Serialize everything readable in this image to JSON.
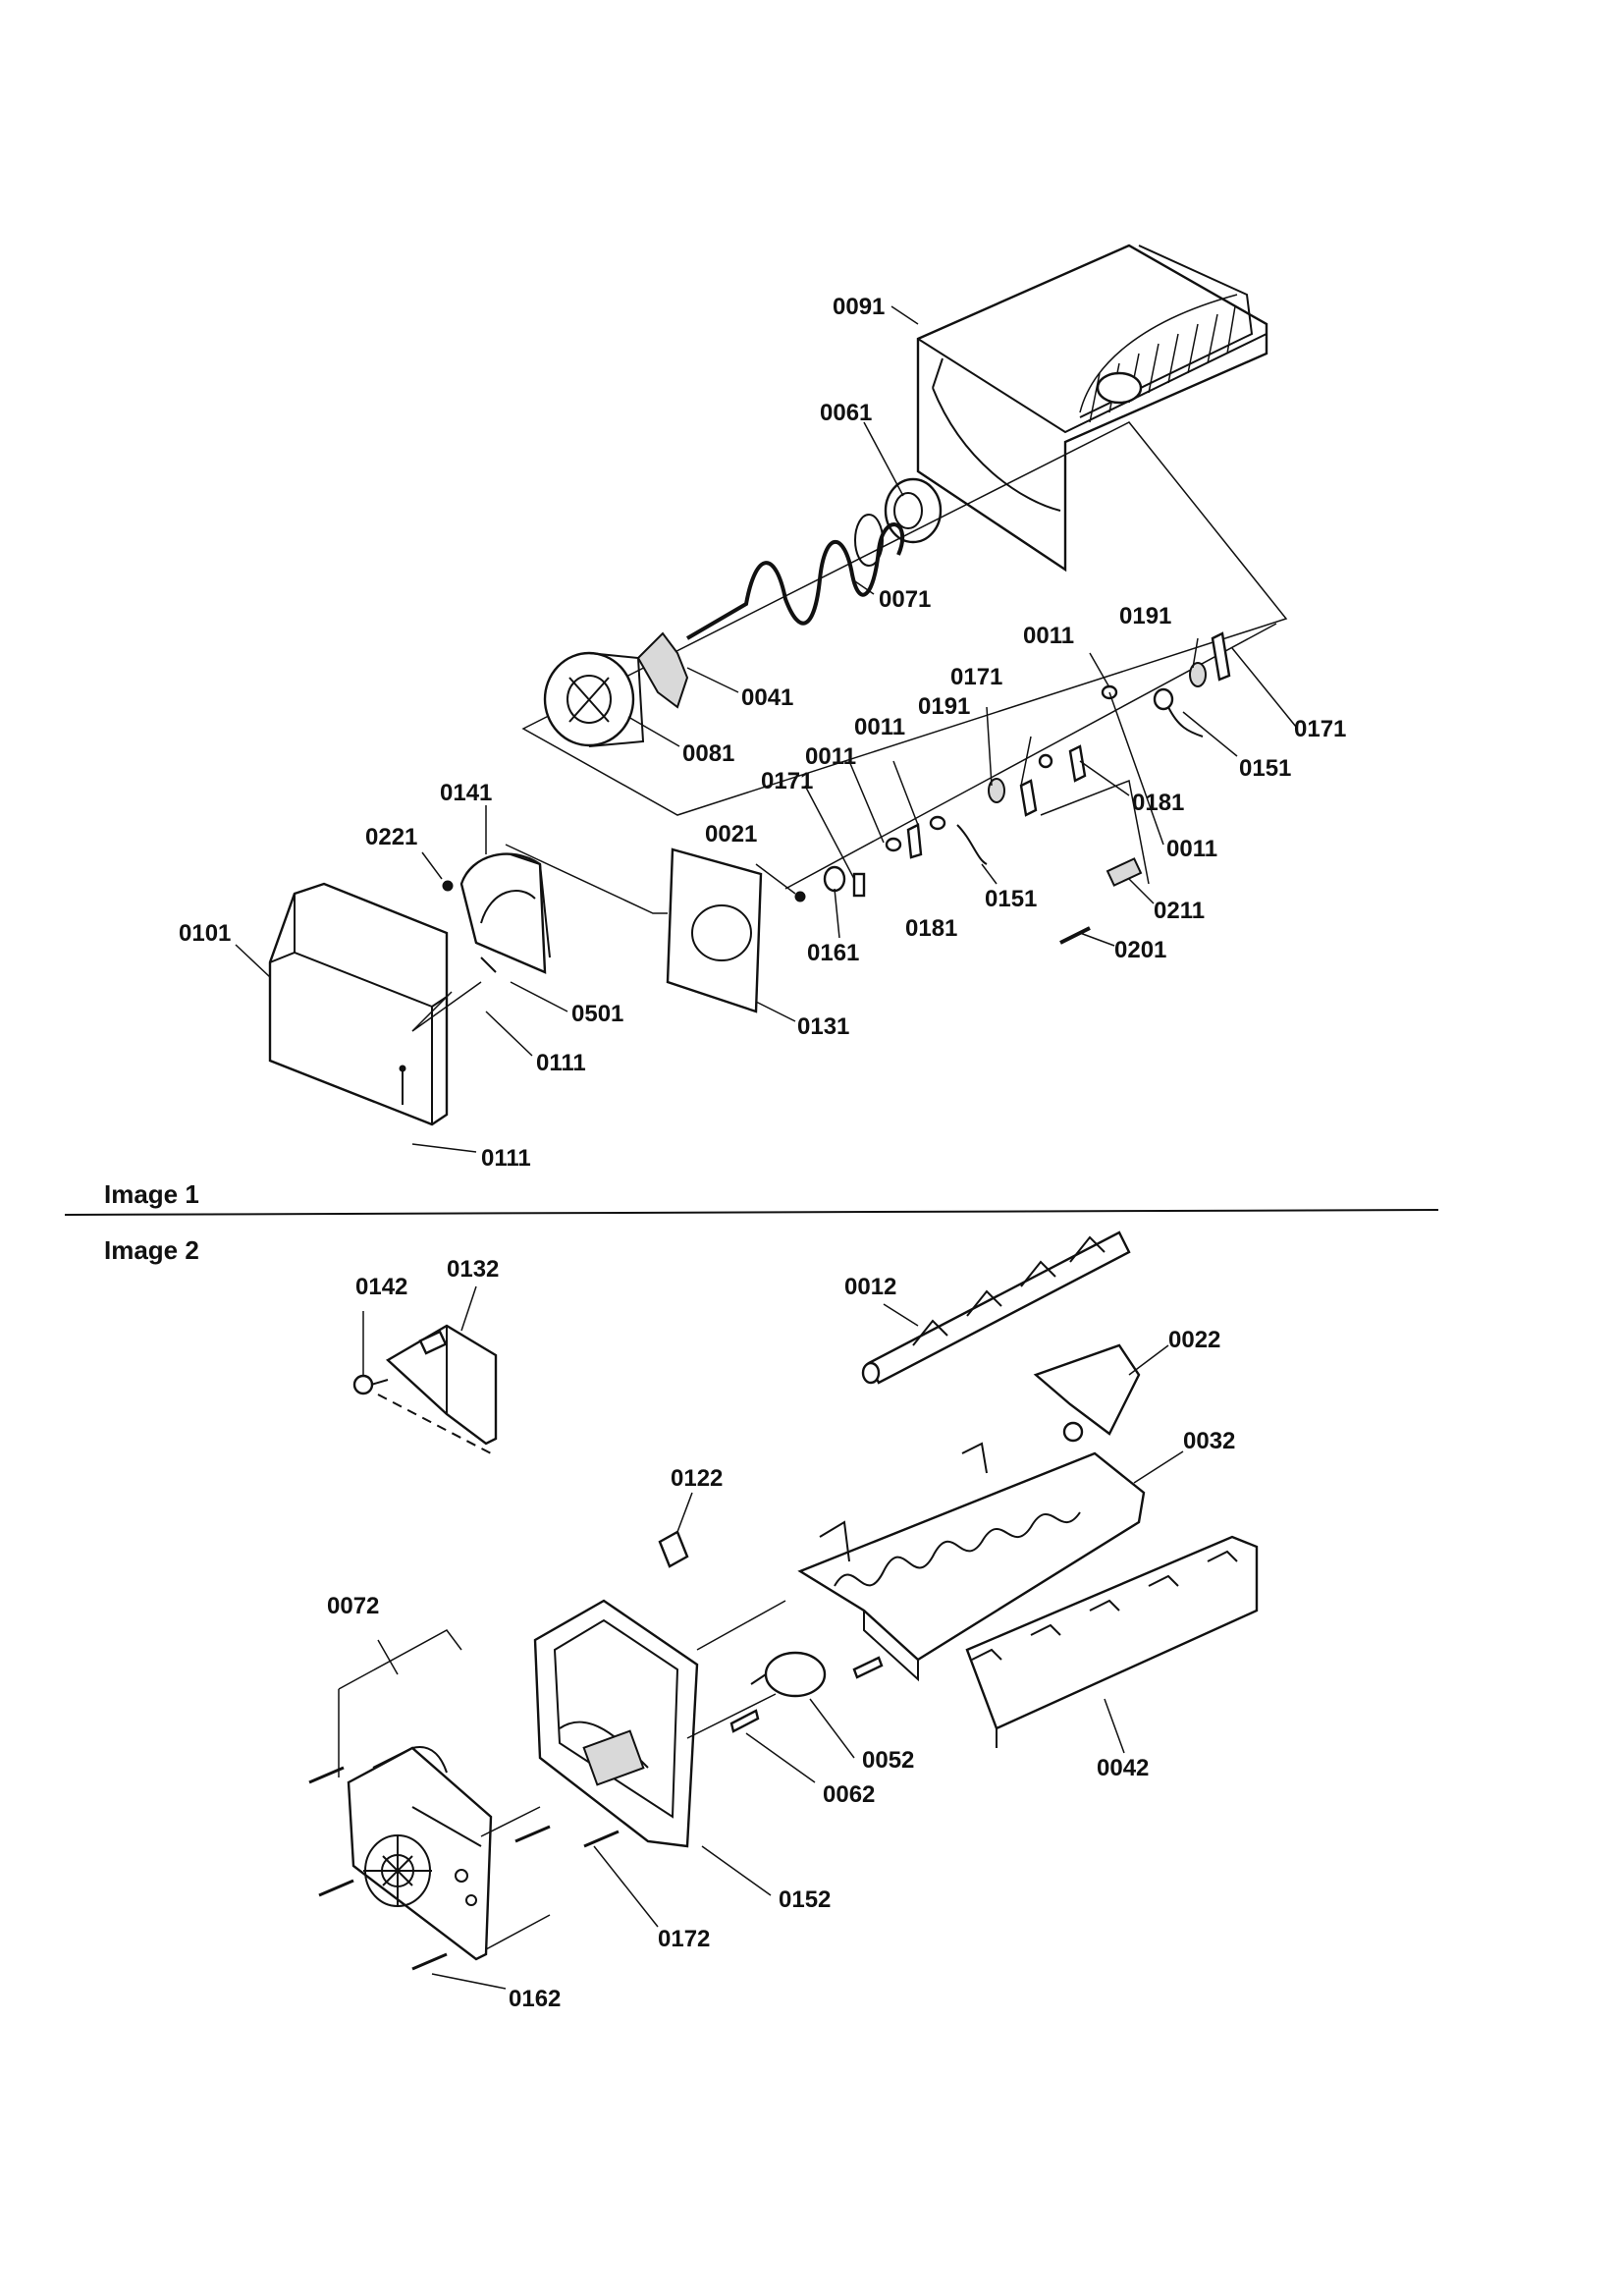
{
  "images": [
    {
      "label": "Image 1",
      "callouts": [
        "0091",
        "0061",
        "0071",
        "0041",
        "0081",
        "0011",
        "0191",
        "0171",
        "0151",
        "0181",
        "0211",
        "0201",
        "0021",
        "0161",
        "0141",
        "0221",
        "0101",
        "0501",
        "0111",
        "0131"
      ]
    },
    {
      "label": "Image 2",
      "callouts": [
        "0142",
        "0132",
        "0012",
        "0022",
        "0032",
        "0122",
        "0072",
        "0052",
        "0062",
        "0042",
        "0152",
        "0172",
        "0162"
      ]
    }
  ]
}
